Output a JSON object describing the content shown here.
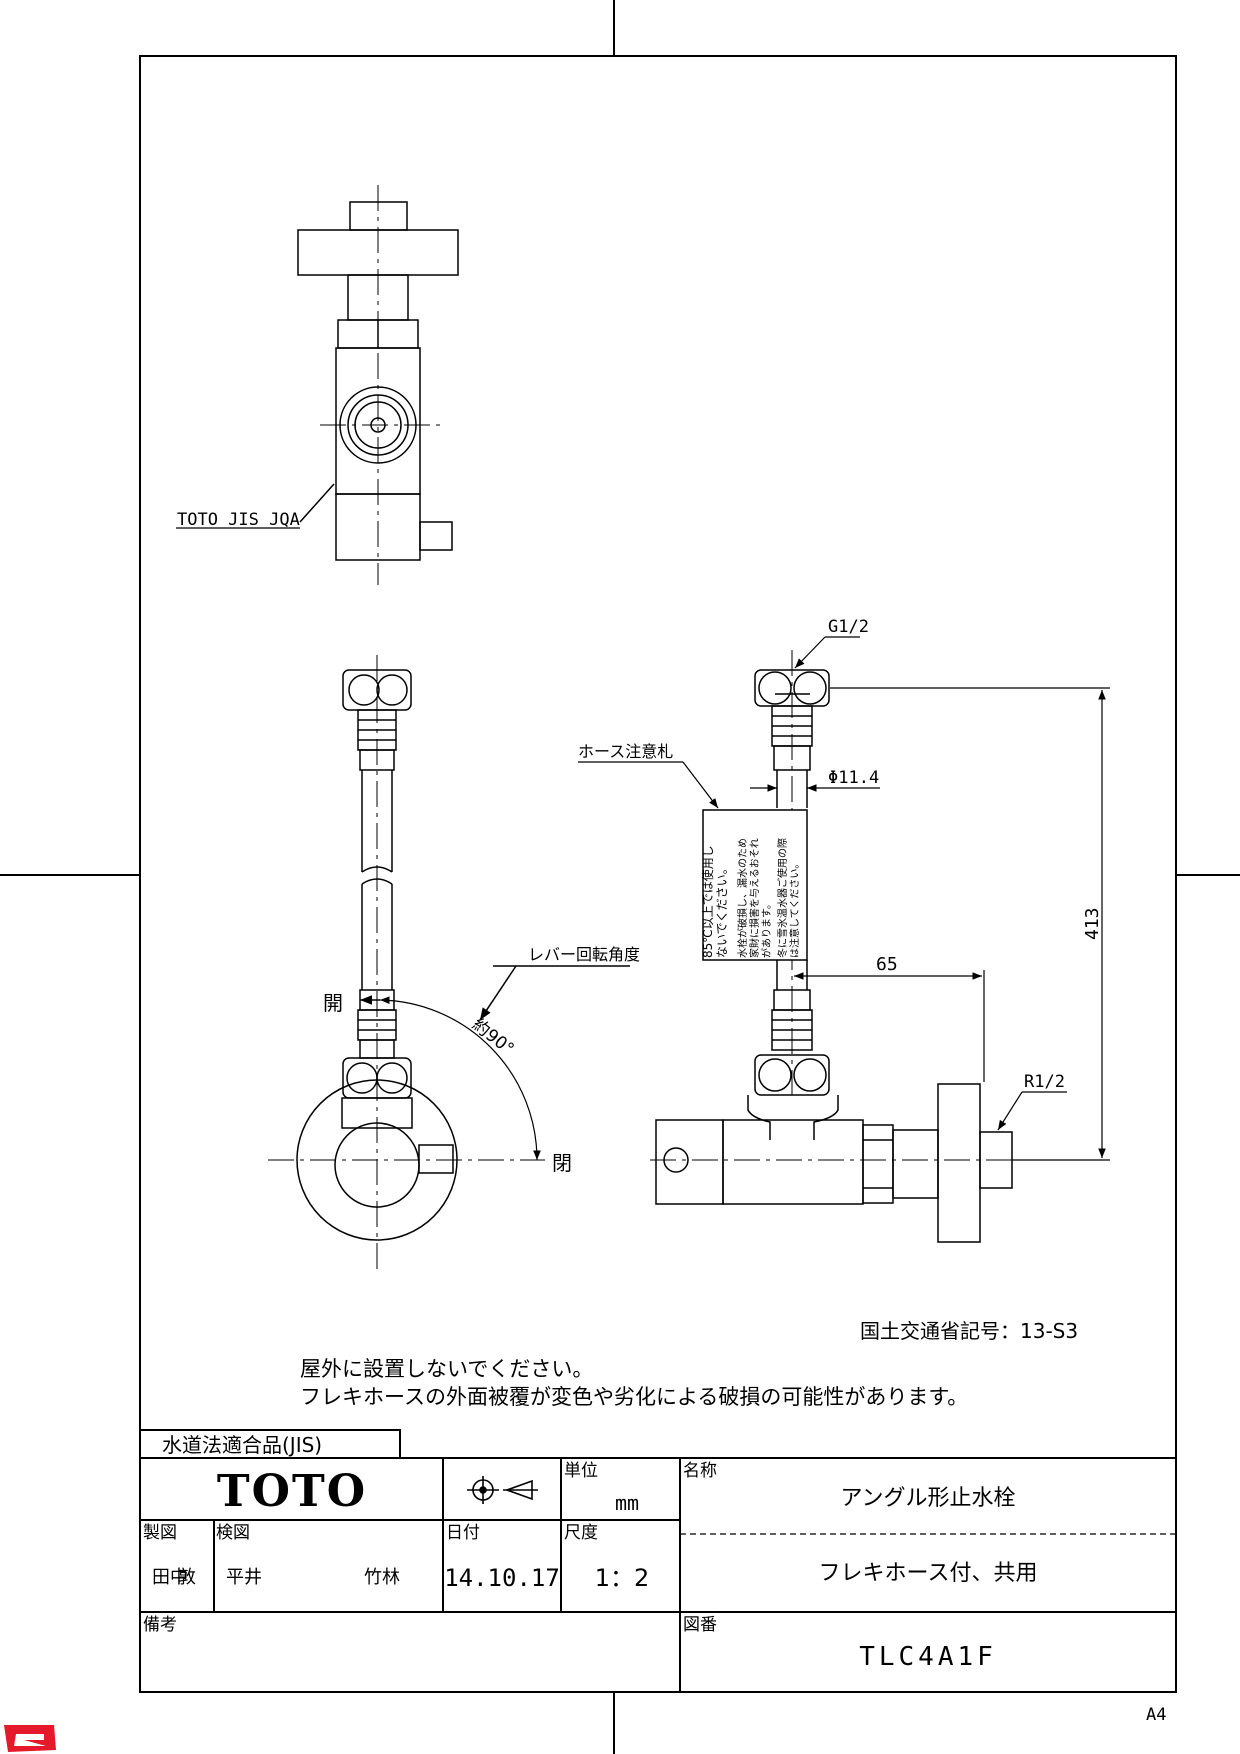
{
  "annotations": {
    "jis_marks": "TOTO JIS JQA",
    "thread_top": "G1/2",
    "hose_tag_label": "ホース注意札",
    "diameter": "Φ11.4",
    "height": "413",
    "offset": "65",
    "thread_bottom": "R1/2",
    "lever_angle_label": "レバー回転角度",
    "angle": "約90°",
    "open_label": "開",
    "closed_label": "閉"
  },
  "hose_tag_lines": [
    "85℃以上では使用し",
    "ないでください。",
    "水栓が破損し、漏水のため",
    "家財に損害を与えるおそれ",
    "があります。",
    "冬に雪氷温水器ご使用の際",
    "は注意してください。"
  ],
  "registration": "国土交通省記号：13-S3",
  "notes": [
    "屋外に設置しないでください。",
    "フレキホースの外面被覆が変色や劣化による破損の可能性があります。"
  ],
  "title_block": {
    "compliance": "水道法適合品(JIS)",
    "brand": "TOTO",
    "unit_label": "単位",
    "unit_value": "mm",
    "name_label": "名称",
    "name_value": "アングル形止水栓",
    "subtitle": "フレキホース付、共用",
    "drawn_label": "製図",
    "drawn_value_1": "田中",
    "drawn_value_2": "敦",
    "checked_label": "検図",
    "checked_value_1": "平井",
    "checked_value_2": "竹林",
    "date_label": "日付",
    "date_value": "14.10.17",
    "scale_label": "尺度",
    "scale_value": "1：2",
    "remarks_label": "備考",
    "drawing_no_label": "図番",
    "drawing_no_value": "TLC4A1F"
  },
  "paper_size": "A4"
}
